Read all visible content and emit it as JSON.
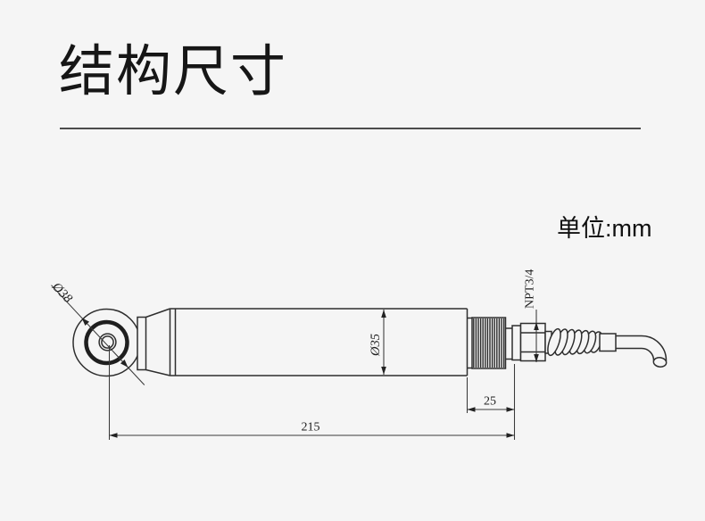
{
  "page": {
    "title": "结构尺寸",
    "unit_label": "单位:mm",
    "background_color": "#f5f5f5",
    "line_color": "#2e2e2e"
  },
  "drawing": {
    "kind": "sensor structural dimension drawing",
    "labels": {
      "head_diameter": "Ø38",
      "body_diameter": "Ø35",
      "thread_spec": "NPT3/4",
      "thread_length": "25",
      "overall_length": "215"
    }
  }
}
